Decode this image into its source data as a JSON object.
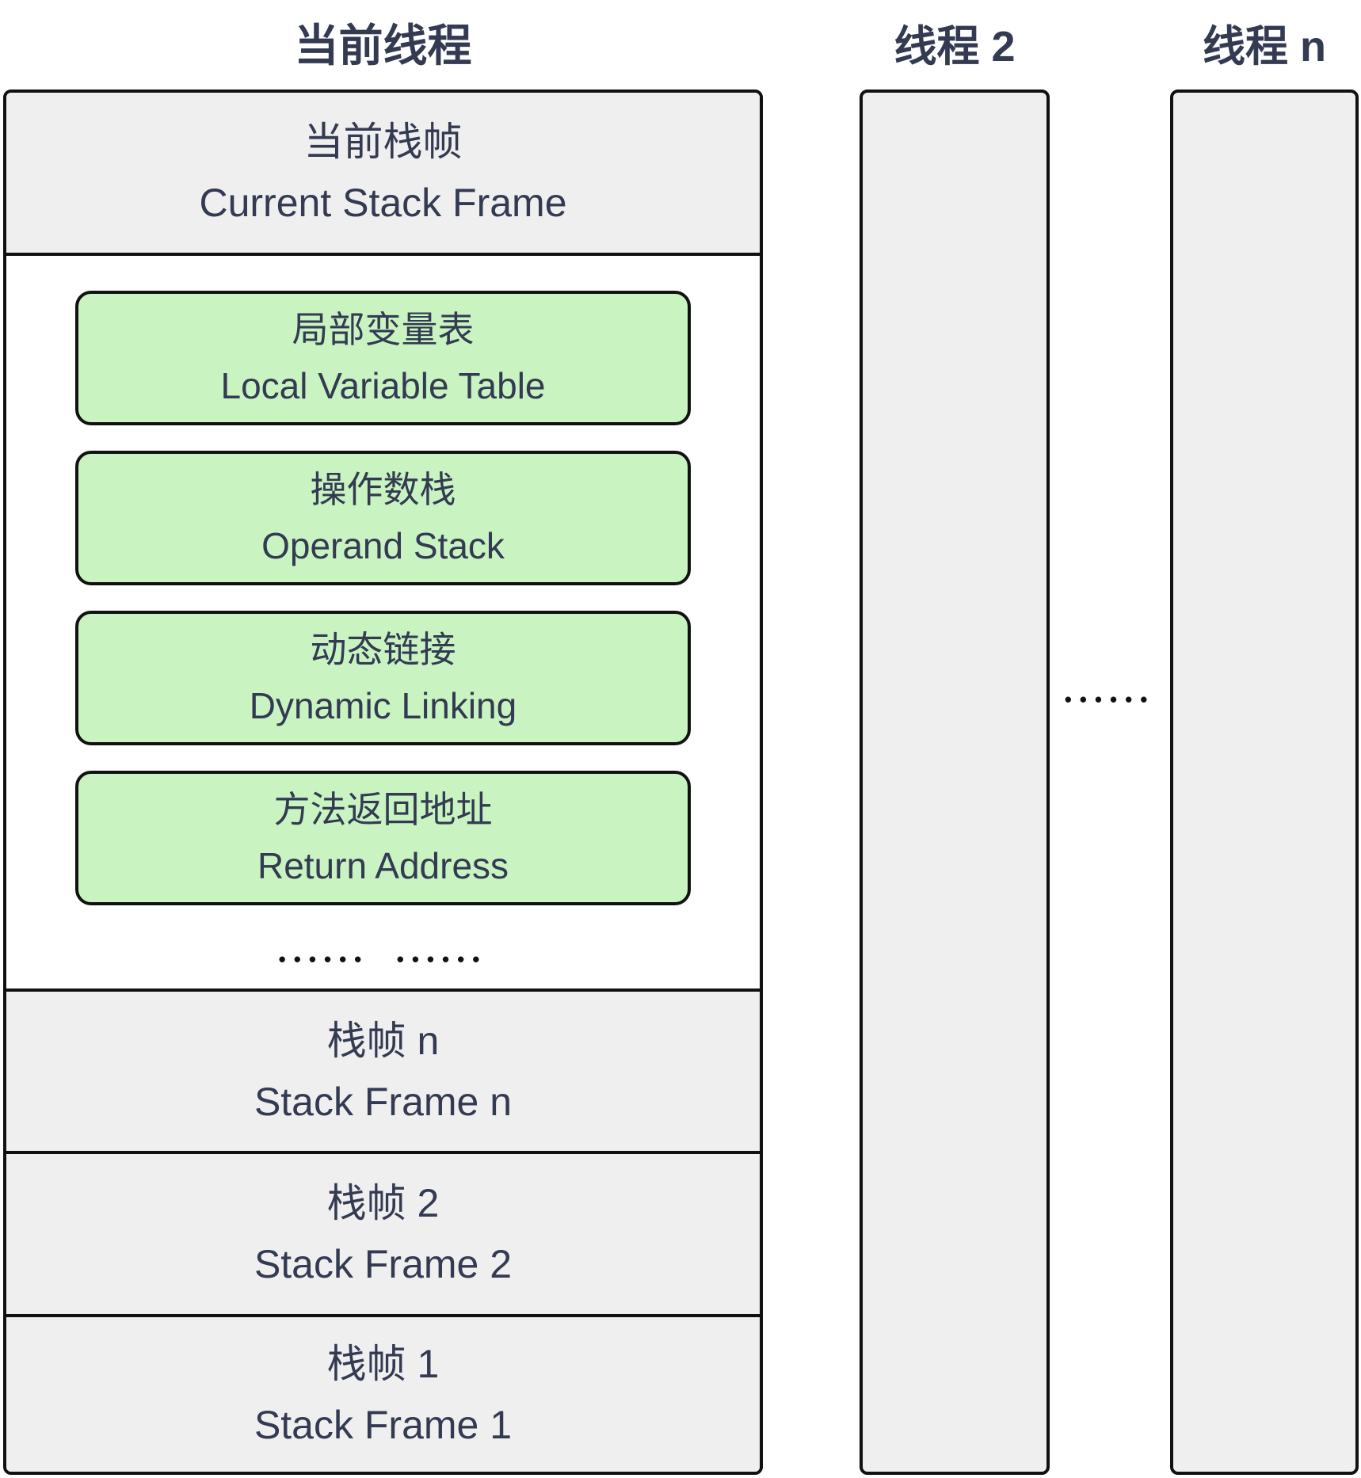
{
  "palette": {
    "text": "#333a52",
    "border": "#111111",
    "section_bg": "#efefef",
    "green_bg": "#c9f4c2",
    "canvas_bg": "#ffffff"
  },
  "thread_labels": {
    "current": "当前线程",
    "thread_2": "线程 2",
    "thread_n": "线程 n"
  },
  "current_thread_stack": {
    "current_frame": {
      "zh": "当前栈帧",
      "en": "Current Stack Frame"
    },
    "frame_parts": [
      {
        "zh": "局部变量表",
        "en": "Local Variable Table"
      },
      {
        "zh": "操作数栈",
        "en": "Operand Stack"
      },
      {
        "zh": "动态链接",
        "en": "Dynamic Linking"
      },
      {
        "zh": "方法返回地址",
        "en": "Return Address"
      }
    ],
    "more_parts_dots": "••••••  ••••••",
    "other_frames": [
      {
        "zh": "栈帧 n",
        "en": "Stack Frame n"
      },
      {
        "zh": "栈帧 2",
        "en": "Stack Frame 2"
      },
      {
        "zh": "栈帧 1",
        "en": "Stack Frame 1"
      }
    ]
  },
  "more_threads_dots": "••••••"
}
